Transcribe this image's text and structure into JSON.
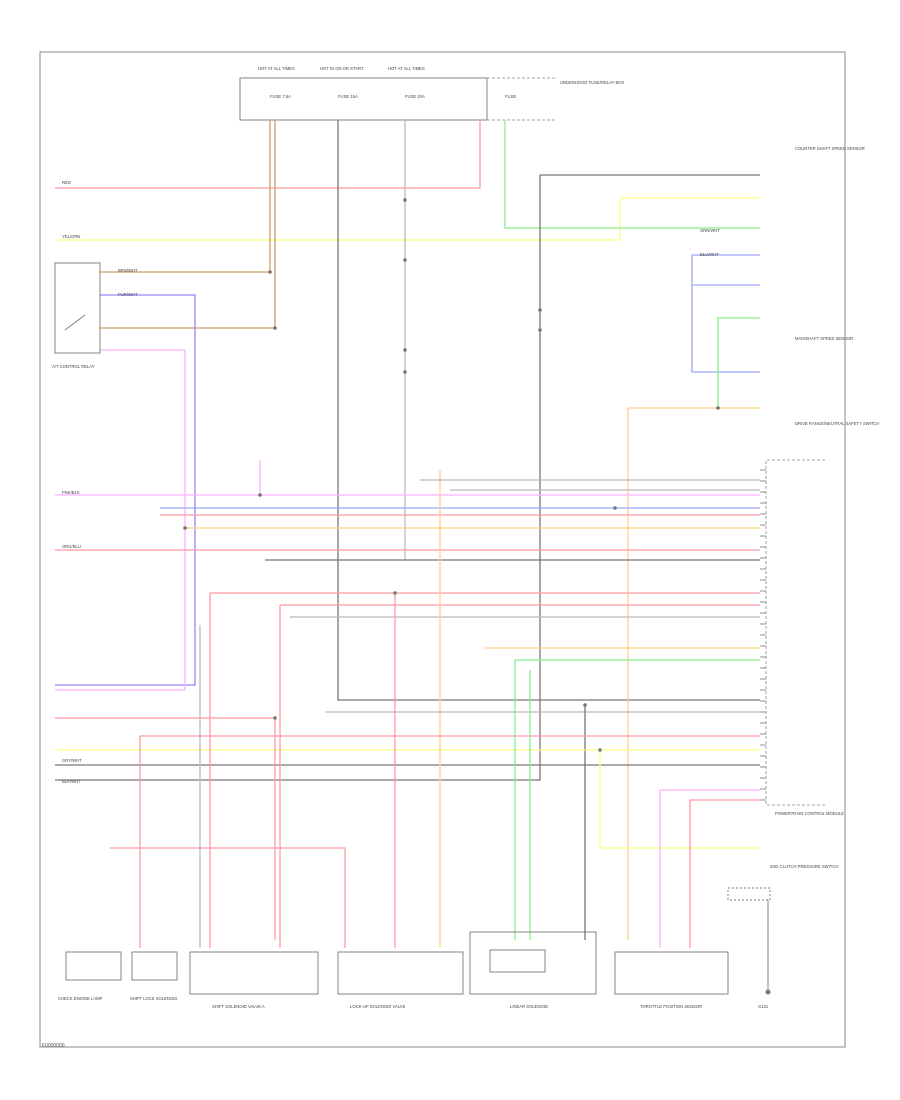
{
  "colors": {
    "RED": "#ff9aa2",
    "YELLOW": "#ffff88",
    "ORANGE": "#ffcf8a",
    "PURPLE": "#a080ff",
    "BLUE": "#9fa6ff",
    "PINK": "#ffb0ff",
    "GREEN": "#88ee88",
    "GRAY": "#bbbbbb",
    "DKGRAY": "#777777",
    "BROWN": "#c8a060",
    "LTGRAY": "#dddddd"
  },
  "fuse_box": {
    "labels": [
      "HOT AT ALL TIMES",
      "HOT IN ON OR START",
      "HOT AT ALL TIMES",
      "UNDERHOOD FUSE/RELAY BOX"
    ],
    "fuses": [
      "FUSE 7.5A",
      "FUSE 15A",
      "FUSE 20A",
      "FUSE"
    ]
  },
  "components": {
    "park_switch": "DRIVE RANGE/NEUTRAL SAFETY SWITCH",
    "shift_lock": "SHIFT LOCK SOLENOID",
    "left_relay": "A/T CONTROL RELAY",
    "engine_lamp": "CHECK ENGINE LAMP",
    "shift_valve_a": "SHIFT SOLENOID VALVE A",
    "shift_valve_b": "LOCK-UP SOLENOID VALVE",
    "linear_solenoid": "LINEAR SOLENOID",
    "throttle_sensor": "THROTTLE POSITION SENSOR",
    "counter_sensor": "COUNTER SHAFT SPEED SENSOR",
    "mainshaft_sensor": "MAINSHAFT SPEED SENSOR",
    "pressure_sw": "2ND CLUTCH PRESSURE SWITCH",
    "ground": "G101",
    "pcm": "POWERTRAIN CONTROL MODULE",
    "fig_ref": "F0000000"
  },
  "wire_labels": {
    "red": "RED",
    "yellow": "YEL/GRN",
    "brn": "BRN/WHT",
    "pur": "PUR/WHT",
    "pink": "PNK/BLK",
    "org": "ORG/BLU",
    "blu": "BLU/WHT",
    "grn": "GRN/WHT",
    "gry": "GRY/WHT",
    "blk": "BLK/WHT"
  }
}
